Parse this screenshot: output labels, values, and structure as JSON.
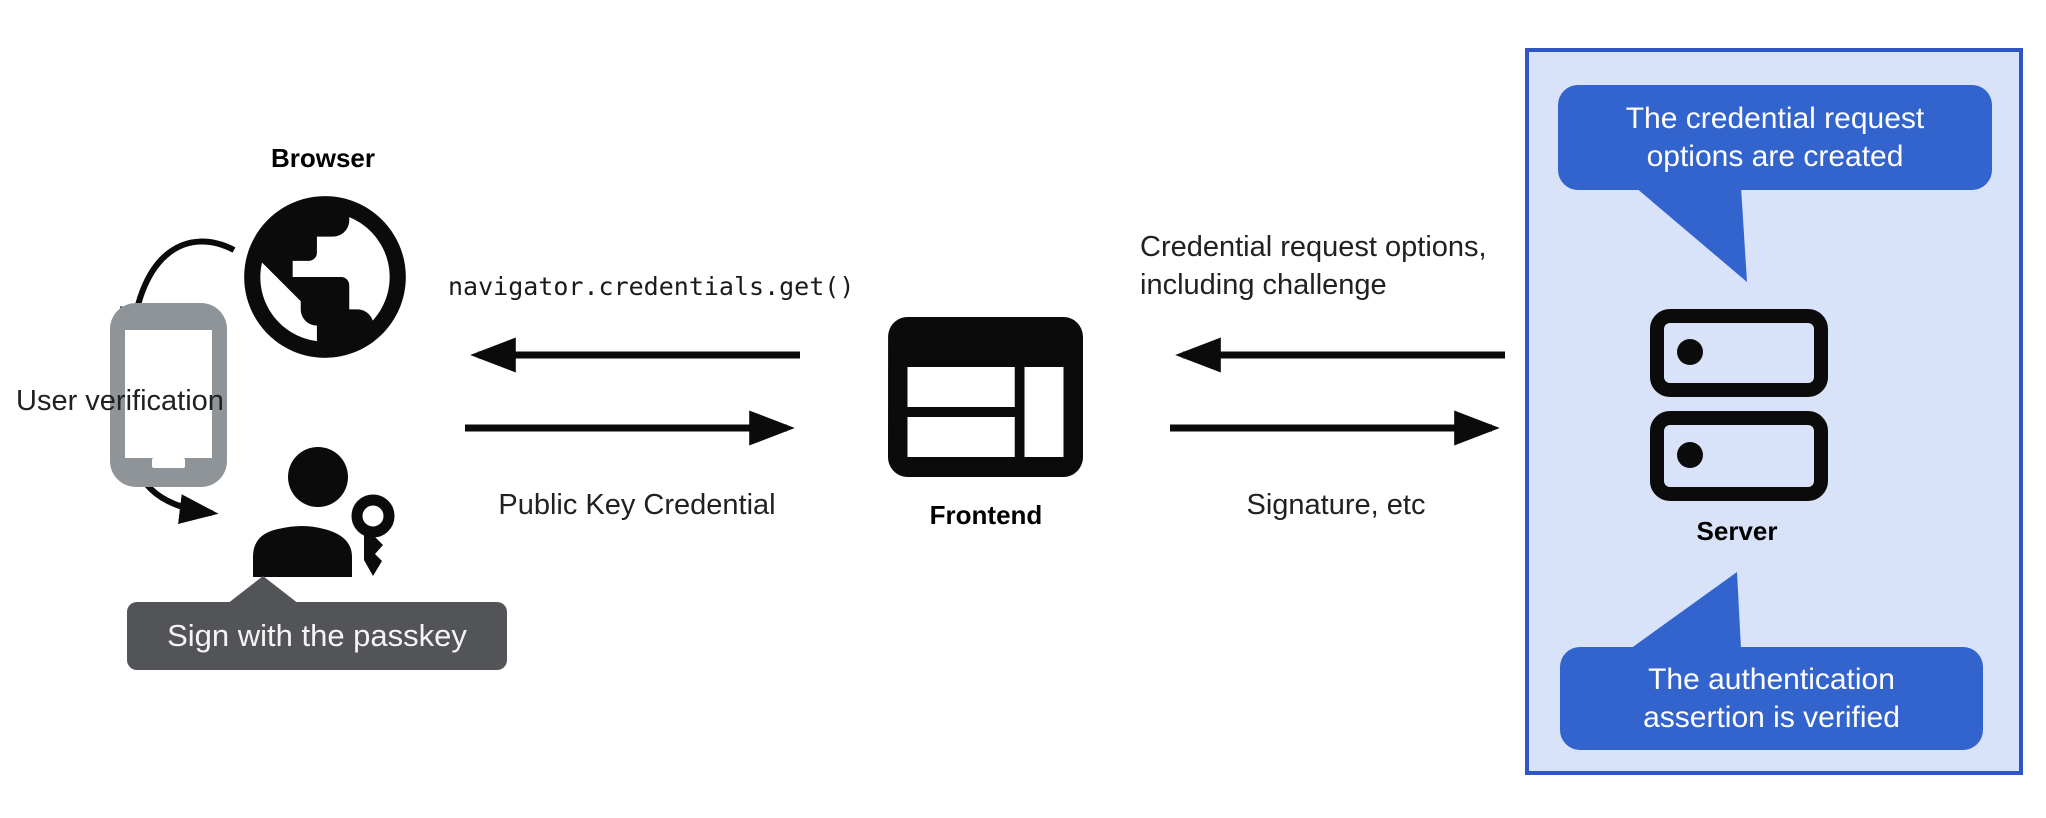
{
  "labels": {
    "browser": "Browser",
    "frontend": "Frontend",
    "server": "Server",
    "user_verification": "User verification",
    "sign_tooltip": "Sign with the passkey"
  },
  "flow": {
    "code_call": "navigator.credentials.get()",
    "public_key_credential": "Public Key Credential",
    "credential_request_line1": "Credential request options,",
    "credential_request_line2": "including challenge",
    "signature": "Signature, etc"
  },
  "server_panel": {
    "top_bubble_line1": "The credential request",
    "top_bubble_line2": "options are created",
    "bottom_bubble_line1": "The authentication",
    "bottom_bubble_line2": "assertion is verified"
  },
  "icons": {
    "globe-icon": "svg globe glyph (browser)",
    "smartphone-icon": "svg phone outline (user verification device)",
    "person-icon": "svg person silhouette",
    "key-icon": "svg passkey key glyph",
    "browser-window-icon": "svg frontend web-window glyph",
    "server-stack-icon": "svg two stacked server units with status dots"
  },
  "colors": {
    "ink": "#0b0b0b",
    "text": "#202124",
    "phone_gray": "#8F9499",
    "tooltip_gray": "#535457",
    "bubble_blue": "#3363CC",
    "panel_border": "#2E57C5",
    "panel_fill": "#D8E3FA",
    "bubble_text": "#ffffff",
    "canvas_bg": "#ffffff"
  }
}
